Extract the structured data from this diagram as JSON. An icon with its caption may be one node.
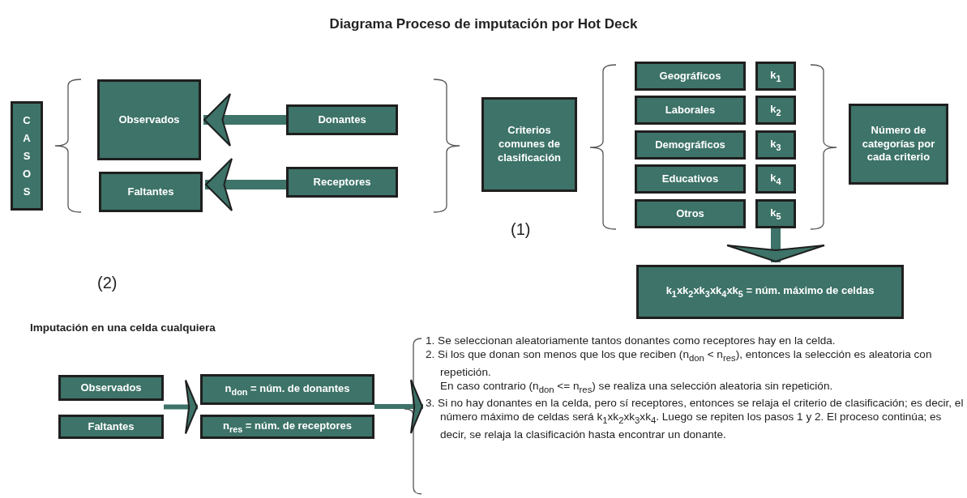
{
  "diagram": {
    "title": "Diagrama Proceso de imputación por Hot Deck",
    "nodes": [
      {
        "text": [
          "CASOS"
        ]
      },
      {
        "text": [
          "Observados"
        ]
      },
      {
        "text": [
          "Faltantes"
        ]
      },
      {
        "text": [
          "Donantes"
        ]
      },
      {
        "text": [
          "Receptores"
        ]
      },
      {
        "text": [
          "Criterios comunes de clasificación"
        ]
      },
      {
        "text": [
          "Geográficos"
        ]
      },
      {
        "text": [
          "k$_{1}$"
        ]
      },
      {
        "text": [
          "Laborales"
        ]
      },
      {
        "text": [
          "k$_{2}$"
        ]
      },
      {
        "text": [
          "Demográficos"
        ]
      },
      {
        "text": [
          "k$_{3}$"
        ]
      },
      {
        "text": [
          "Educativos"
        ]
      },
      {
        "text": [
          "k$_{4}$"
        ]
      },
      {
        "text": [
          "Otros"
        ]
      },
      {
        "text": [
          "k$_{5}$"
        ]
      },
      {
        "text": [
          "Número de categorías por cada criterio"
        ]
      },
      {
        "text": [
          "k$_{1}$xk$_{2}$xk$_{3}$xk$_{4}$xk$_{5}$ = núm. máximo de celdas"
        ]
      },
      {
        "text": [
          "Observados"
        ]
      },
      {
        "text": [
          "Faltantes"
        ]
      },
      {
        "text": [
          "n$_{don}$ = núm. de donantes"
        ]
      },
      {
        "text": [
          "n$_{res}$ = núm. de receptores"
        ]
      },
      {
        "text": [
          "1. Se seleccionan aleatoriamente tantos donantes como receptores hay en la celda.",
          "2. Si los que donan son menos que los que reciben (n$_{don}$ < n$_{res}$), entonces la selección es aleatoria con repetición.",
          "En caso contrario (n$_{don}$ <= n$_{res}$) se realiza una selección aleatoria sin repetición.",
          "3. Si no hay donantes en la celda, pero sí receptores, entonces se relaja el criterio de clasificación; es decir, el número máximo de celdas será k$_{1}$xk$_{2}$xk$_{3}$xk$_{4}$. Luego se repiten los pasos 1 y 2. El proceso continúa; es decir, se relaja la clasificación hasta encontrar un donante."
        ]
      }
    ],
    "edges": [
      {
        "from": 3,
        "to": 1,
        "arrow": "to",
        "style": "thick"
      },
      {
        "from": 4,
        "to": 2,
        "arrow": "to",
        "style": "thick"
      },
      {
        "from": 15,
        "to": 17,
        "arrow": "to",
        "style": "thick"
      },
      {
        "from": 18,
        "to": 20,
        "arrow": "to"
      },
      {
        "from": 19,
        "to": 21,
        "arrow": "to"
      },
      {
        "from": 20,
        "to": 22,
        "arrow": "to"
      },
      {
        "from": 21,
        "to": 22,
        "arrow": "to"
      }
    ],
    "labels": [
      "(1)",
      "(2)",
      "Imputación en una celda cualquiera"
    ]
  }
}
